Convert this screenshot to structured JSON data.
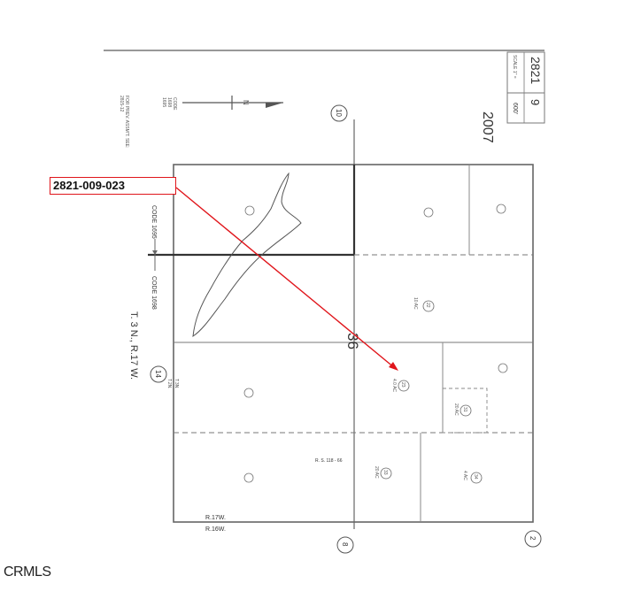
{
  "parcel_label": "2821-009-023",
  "watermark": "CRMLS",
  "header": {
    "book": "2821",
    "page": "9",
    "scale_label": "SCALE 1\" =",
    "scale_value": "600'",
    "year": "2007"
  },
  "left_notes": {
    "code_label": "CODE",
    "codes": [
      "1698",
      "1695"
    ],
    "prev_note": "FOR PREV. ASSM'T. SEE:",
    "prev_ref": "2815-12"
  },
  "map_labels": {
    "section": "36",
    "township_range": "T. 3 N., R.17 W.",
    "code_upper": "CODE 1695",
    "code_lower": "CODE 1698",
    "t3n": "T.3N.",
    "t2n": "T.2N.",
    "r17w": "R.17W.",
    "r16w": "R.16W.",
    "section_top": "10",
    "section_left": "14",
    "section_bottom": "8",
    "section_right": "2",
    "rs_label": "R. S. 118 - 66"
  },
  "parcels": [
    {
      "num": "23",
      "area": "4.0 AC"
    },
    {
      "num": "22",
      "area": "10 AC"
    },
    {
      "num": "31",
      "area": "20 AC"
    },
    {
      "num": "34",
      "area": "4 AC"
    },
    {
      "num": "33",
      "area": "20 AC"
    }
  ],
  "colors": {
    "callout_red": "#e0151b",
    "line_gray": "#888888"
  }
}
